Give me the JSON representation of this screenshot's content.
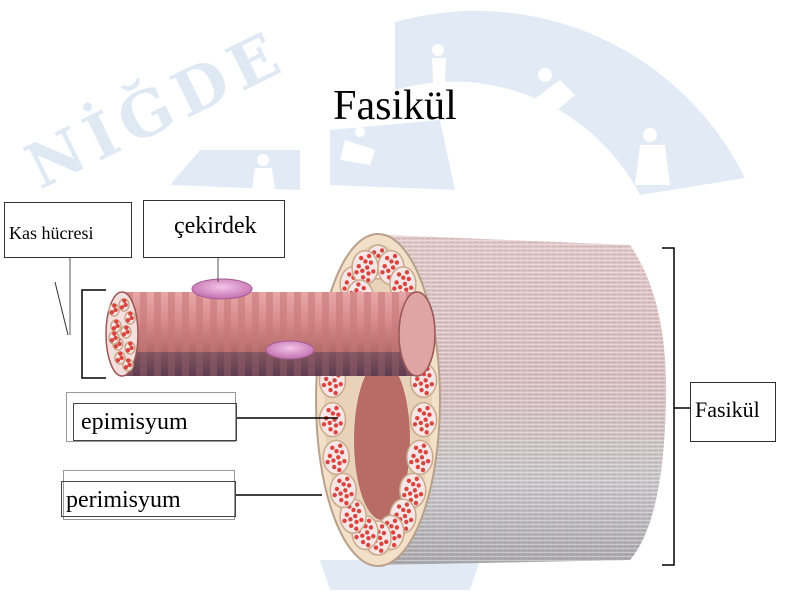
{
  "title": "Fasikül",
  "watermark": {
    "text": "NİĞDE"
  },
  "labels": {
    "kas_hucresi": "Kas hücresi",
    "cekirdek": "çekirdek",
    "epimisyum": "epimisyum",
    "perimisyum": "perimisyum",
    "fasikul": "Fasikül"
  },
  "colors": {
    "watermark": "#dfe9f4",
    "fiber": "#d98b8b",
    "fiber_stripe": "#b05a5a",
    "nucleus": "#d88cc8",
    "fascicle_surface": "#d8d2d0",
    "cell_red": "#d9453f",
    "sheath": "#f2e0c8"
  }
}
